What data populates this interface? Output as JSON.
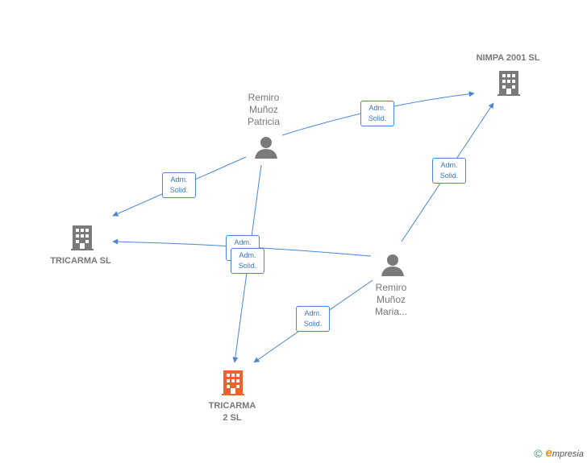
{
  "nodes": {
    "nimpa": {
      "label": "NIMPA 2001 SL",
      "type": "company"
    },
    "tricarma": {
      "label": "TRICARMA  SL",
      "type": "company"
    },
    "tricarma2": {
      "label": "TRICARMA\n2  SL",
      "type": "company",
      "highlight": true
    },
    "patricia": {
      "label": "Remiro\nMuñoz\nPatricia",
      "type": "person"
    },
    "maria": {
      "label": "Remiro\nMuñoz\nMaria...",
      "type": "person"
    }
  },
  "edge_label": "Adm.\nSolid.",
  "colors": {
    "edge": "#4a86d4",
    "company": "#7a7a7a",
    "highlight": "#f0622a",
    "person": "#7a7a7a"
  },
  "footer": {
    "copyright": "©",
    "brand_initial": "e",
    "brand_rest": "mpresia"
  }
}
